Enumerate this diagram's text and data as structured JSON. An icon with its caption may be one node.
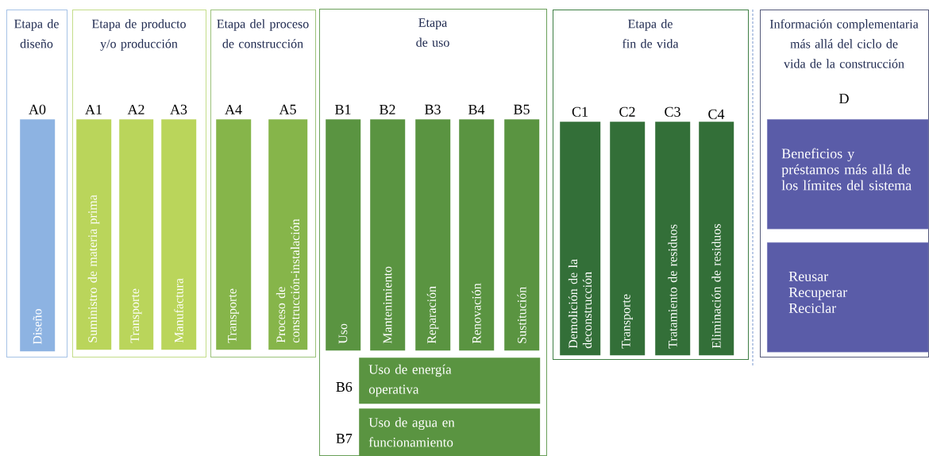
{
  "diagram": {
    "nodes": [
      {
        "text": [
          "Etapa de diseño"
        ]
      },
      {
        "text": [
          "A0",
          "Diseño"
        ],
        "in": 0
      },
      {
        "text": [
          "Etapa de producto y/o producción"
        ]
      },
      {
        "text": [
          "A1",
          "Suministro de materia prima"
        ],
        "in": 2
      },
      {
        "text": [
          "A2",
          "Transporte"
        ],
        "in": 2
      },
      {
        "text": [
          "A3",
          "Manufactura"
        ],
        "in": 2
      },
      {
        "text": [
          "Etapa del proceso de construcción"
        ]
      },
      {
        "text": [
          "A4",
          "Transporte"
        ],
        "in": 6
      },
      {
        "text": [
          "A5",
          "Proceso de construcción-instalación"
        ],
        "in": 6
      },
      {
        "text": [
          "Etapa de uso"
        ]
      },
      {
        "text": [
          "B1",
          "Uso"
        ],
        "in": 9
      },
      {
        "text": [
          "B2",
          "Mantenimiento"
        ],
        "in": 9
      },
      {
        "text": [
          "B3",
          "Reparación"
        ],
        "in": 9
      },
      {
        "text": [
          "B4",
          "Renovación"
        ],
        "in": 9
      },
      {
        "text": [
          "B5",
          "Sustitución"
        ],
        "in": 9
      },
      {
        "text": [
          "B6",
          "Uso de energía operativa"
        ],
        "in": 9
      },
      {
        "text": [
          "B7",
          "Uso de agua en funcionamiento"
        ],
        "in": 9
      },
      {
        "text": [
          "Etapa de fin de vida"
        ]
      },
      {
        "text": [
          "C1",
          "Demolición de la deconstrucción"
        ],
        "in": 17
      },
      {
        "text": [
          "C2",
          "Transporte"
        ],
        "in": 17
      },
      {
        "text": [
          "C3",
          "Tratamiento de residuos"
        ],
        "in": 17
      },
      {
        "text": [
          "C4",
          "Eliminación de residuos"
        ],
        "in": 17
      },
      {
        "text": [
          "Información complementaria más allá del ciclo de vida de la construcción",
          "D"
        ]
      },
      {
        "text": [
          "Beneficios y préstamos más allá de los límites del sistema"
        ],
        "in": 22
      },
      {
        "text": [
          "Reusar Recuperar Reciclar"
        ],
        "in": 22
      }
    ]
  }
}
